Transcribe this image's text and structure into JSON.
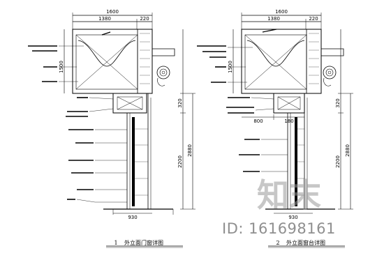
{
  "left_elevation": {
    "dims_top": {
      "overall": "1600",
      "part_a": "1380",
      "part_b": "220"
    },
    "dims_side": {
      "upper": "1500",
      "gap": "320",
      "lower": "2200",
      "total": "2880"
    },
    "dim_bottom": "930",
    "caption_number": "1",
    "caption": "外立面门窗详图"
  },
  "right_elevation": {
    "dims_top": {
      "overall": "1600",
      "part_a": "1380",
      "part_b": "220"
    },
    "dims_side": {
      "upper": "1500",
      "gap": "320",
      "lower": "2200",
      "total": "2880"
    },
    "dims_mid": {
      "left": "800",
      "right": "180"
    },
    "dim_bottom": "930",
    "caption_number": "2",
    "caption": "外立面窗台详图"
  },
  "watermark": {
    "logo_text": "知末",
    "id_text": "ID: 161698161"
  }
}
